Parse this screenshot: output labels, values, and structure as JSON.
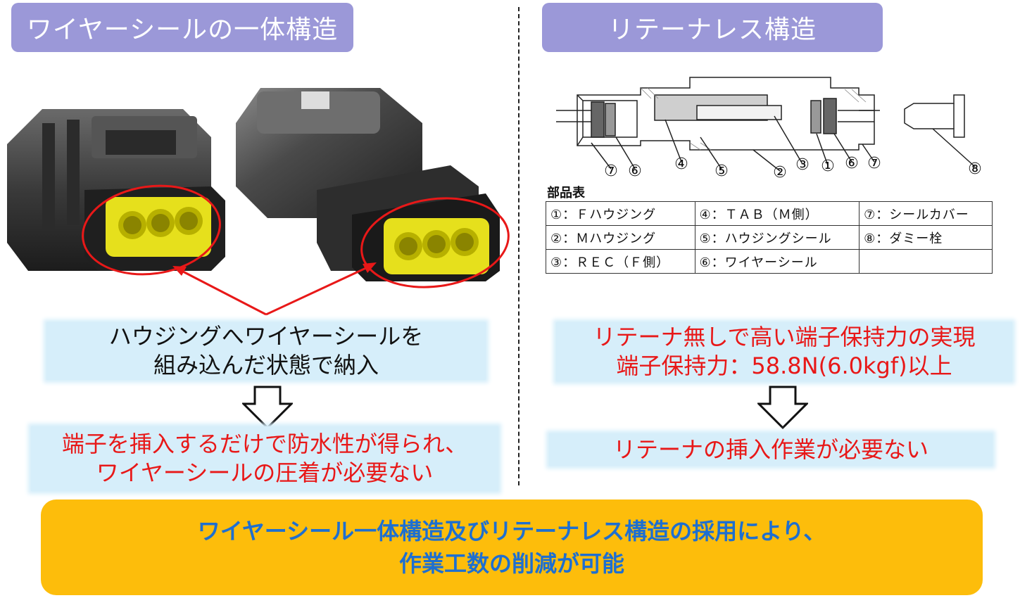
{
  "left": {
    "header": "ワイヤーシールの一体構造",
    "callout1": [
      "ハウジングへワイヤーシールを",
      "組み込んだ状態で納入"
    ],
    "callout2": [
      "端子を挿入するだけで防水性が得られ、",
      "ワイヤーシールの圧着が必要ない"
    ]
  },
  "right": {
    "header": "リテーナレス構造",
    "callout1": [
      "リテーナ無しで高い端子保持力の実現",
      "端子保持力：58.8N(6.0kgf)以上"
    ],
    "callout2": "リテーナの挿入作業が必要ない",
    "drawing_numbers": [
      "⑦",
      "⑥",
      "④",
      "⑤",
      "②",
      "③",
      "①",
      "⑥",
      "⑦",
      "⑧"
    ],
    "parts_title": "部品表",
    "parts": [
      [
        "①：Ｆハウジング",
        "④：ＴＡＢ（Ｍ側）",
        "⑦：シールカバー"
      ],
      [
        "②：Ｍハウジング",
        "⑤：ハウジングシール",
        "⑧：ダミー栓"
      ],
      [
        "③：ＲＥＣ（Ｆ側）",
        "⑥：ワイヤーシール",
        ""
      ]
    ]
  },
  "summary": [
    "ワイヤーシール一体構造及びリテーナレス構造の採用により、",
    "作業工数の削減が可能"
  ],
  "colors": {
    "header_bg": "#9b98d8",
    "callout_bg": "#d6eefa",
    "highlight_red": "#e81818",
    "summary_bg": "#fdbd0b",
    "summary_text": "#1e6fd0",
    "seal_yellow": "#e6e01c"
  }
}
